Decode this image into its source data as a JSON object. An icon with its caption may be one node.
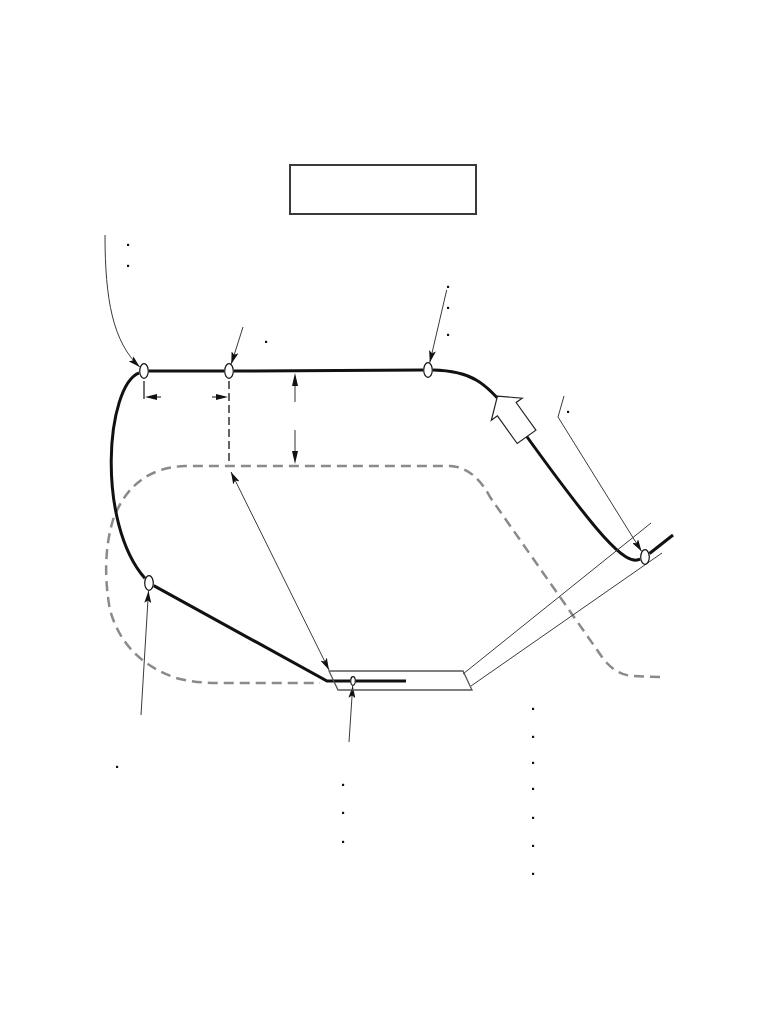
{
  "diagram": {
    "nodes": [
      {
        "text": [],
        "shape": "box"
      },
      {
        "text": [],
        "shape": "circle"
      },
      {
        "text": [],
        "shape": "circle"
      },
      {
        "text": [],
        "shape": "circle"
      },
      {
        "text": [],
        "shape": "circle"
      },
      {
        "text": [],
        "shape": "circle"
      },
      {
        "text": [],
        "shape": "parallelogram"
      },
      {
        "text": [],
        "shape": "circle",
        "in": 6
      },
      {
        "text": [
          "."
        ]
      }
    ],
    "edges": [
      {
        "from": null,
        "to": 4,
        "arrow": "none",
        "style": "thick"
      },
      {
        "from": 4,
        "to": 3,
        "arrow": "none",
        "style": "thick"
      },
      {
        "from": 3,
        "to": 2,
        "arrow": "none",
        "style": "thick"
      },
      {
        "from": 2,
        "to": 1,
        "arrow": "none",
        "style": "thick"
      },
      {
        "from": 1,
        "to": 5,
        "arrow": "none",
        "style": "thick"
      },
      {
        "from": 5,
        "to": 7,
        "arrow": "none",
        "style": "thick"
      },
      {
        "from": null,
        "to": 1,
        "arrow": "to"
      },
      {
        "from": null,
        "to": 2,
        "arrow": "to"
      },
      {
        "from": 8,
        "to": 3,
        "arrow": "to"
      },
      {
        "from": null,
        "to": 4,
        "arrow": "to"
      },
      {
        "from": null,
        "to": 5,
        "arrow": "to"
      },
      {
        "from": null,
        "to": 7,
        "arrow": "to"
      },
      {
        "from": null,
        "to": 6,
        "arrow": "both"
      },
      {
        "from": 6,
        "to": null,
        "arrow": "none"
      },
      {
        "from": 6,
        "to": null,
        "arrow": "none"
      }
    ],
    "labels": [
      ".",
      ".",
      ".",
      ".",
      ".",
      ".",
      ".",
      ".",
      ".",
      ".",
      ".",
      ".",
      ".",
      ".",
      ".",
      ".",
      "."
    ]
  }
}
